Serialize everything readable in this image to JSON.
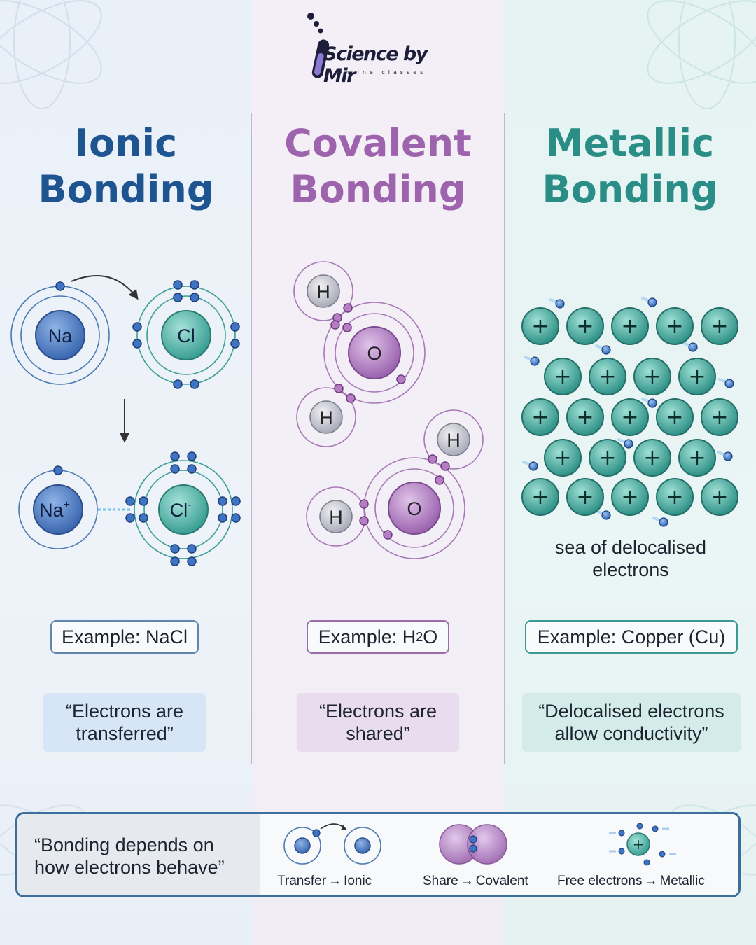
{
  "logo": {
    "name": "Science by Mir",
    "tagline": "Online classes"
  },
  "panels": {
    "ionic": {
      "title_line1": "Ionic",
      "title_line2": "Bonding",
      "atoms": {
        "na": "Na",
        "cl": "Cl",
        "na_ion": "Na",
        "na_charge": "+",
        "cl_ion": "Cl",
        "cl_charge": "-"
      },
      "example_prefix": "Example: ",
      "example_formula": "NaCl",
      "quote_line1": "“Electrons are",
      "quote_line2": "transferred”",
      "color": "#1e5490"
    },
    "covalent": {
      "title_line1": "Covalent",
      "title_line2": "Bonding",
      "atoms": {
        "h": "H",
        "o": "O"
      },
      "example_prefix": "Example: ",
      "example_formula_main": "H",
      "example_formula_sub": "2",
      "example_formula_end": "O",
      "quote_line1": "“Electrons are",
      "quote_line2": "shared”",
      "color": "#9d64ad"
    },
    "metallic": {
      "title_line1": "Metallic",
      "title_line2": "Bonding",
      "ion_symbol": "+",
      "sea_label_line1": "sea of delocalised",
      "sea_label_line2": "electrons",
      "example_prefix": "Example: ",
      "example_formula": "Copper (Cu)",
      "quote_line1": "“Delocalised electrons",
      "quote_line2": "allow conductivity”",
      "color": "#2a8d86"
    }
  },
  "summary": {
    "quote_line1": "“Bonding depends on",
    "quote_line2": "how electrons behave”",
    "items": [
      {
        "left": "Transfer",
        "arrow": "→",
        "right": "Ionic"
      },
      {
        "left": "Share",
        "arrow": "→",
        "right": "Covalent"
      },
      {
        "left": "Free electrons",
        "arrow": "→",
        "right": "Metallic"
      }
    ],
    "metal_ion_symbol": "+"
  }
}
